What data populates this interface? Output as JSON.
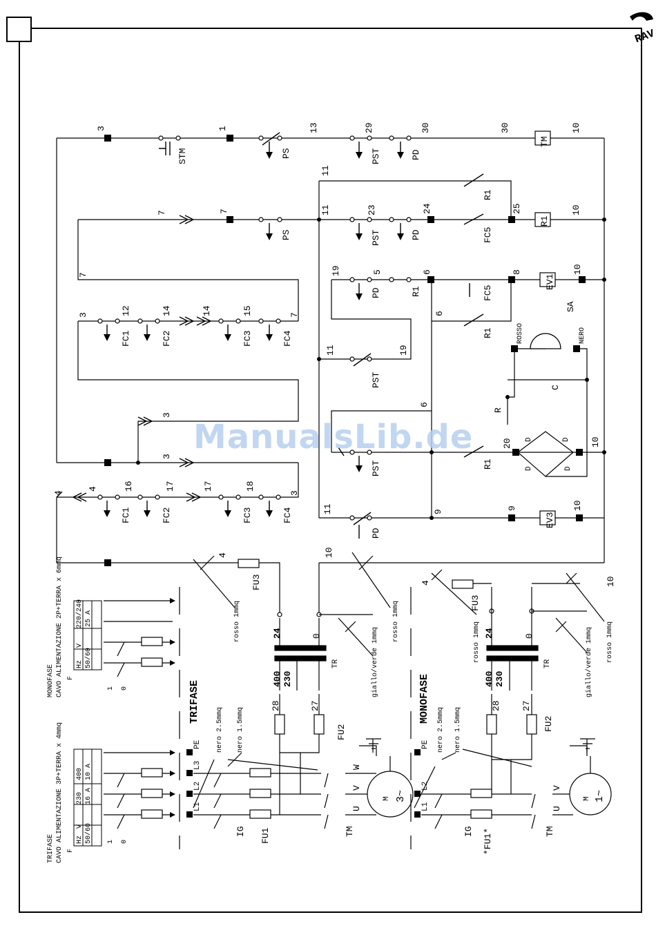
{
  "page": {
    "brand_mark": "RAV",
    "watermark": "ManualsLib.de"
  },
  "colors": {
    "ink": "#000000",
    "watermark": "#b7cfee"
  },
  "control_circuit": {
    "wire_numbers": [
      "3",
      "1",
      "13",
      "29",
      "30",
      "30",
      "10",
      "11",
      "7",
      "7",
      "11",
      "23",
      "24",
      "25",
      "10",
      "7",
      "19",
      "5",
      "6",
      "8",
      "10",
      "3",
      "12",
      "14",
      "14",
      "15",
      "7",
      "6",
      "11",
      "19",
      "3",
      "6",
      "3",
      "20",
      "10",
      "4",
      "4",
      "16",
      "17",
      "17",
      "18",
      "3",
      "11",
      "9",
      "9",
      "10",
      "4",
      "10"
    ],
    "components": [
      "STM",
      "PS",
      "PST",
      "PD",
      "TM",
      "R1",
      "PS",
      "PST",
      "PD",
      "FC5",
      "R1",
      "EV1",
      "PD",
      "R1",
      "FC5",
      "FC1",
      "FC2",
      "FC3",
      "FC4",
      "R1",
      "PST",
      "SA",
      "ROSSO",
      "NERO",
      "C",
      "R",
      "PST",
      "R1",
      "D",
      "D",
      "D",
      "D",
      "FC1",
      "FC2",
      "FC3",
      "FC4",
      "PD",
      "EV3"
    ]
  },
  "power_section": {
    "fuse_labels": [
      "FU3",
      "FU2",
      "FU1",
      "FU3",
      "FU2",
      "*FU1*"
    ],
    "transformer": {
      "label": "TR",
      "taps_primary": [
        "400",
        "230"
      ],
      "taps_secondary": [
        "24",
        "0"
      ]
    },
    "wire_notes": [
      "rosso 1mmq",
      "rosso 1mmq",
      "giallo/verde 1mmq",
      "nero 2.5mmq",
      "nero 1.5mmq",
      "rosso 1mmq",
      "rosso 1mmq",
      "giallo/verde 1mmq",
      "nero 2.5mmq",
      "nero 1.5mmq"
    ],
    "wire_numbers": [
      "4",
      "10",
      "24",
      "0",
      "28",
      "27",
      "4",
      "10",
      "24",
      "0",
      "28",
      "27"
    ],
    "trifase": {
      "title": "TRIFASE",
      "lines": [
        "L1",
        "L2",
        "L3",
        "PE"
      ],
      "switch": "IG",
      "contactor": "TM",
      "motor": [
        "M",
        "3~"
      ],
      "phases": [
        "U",
        "V",
        "W"
      ]
    },
    "monofase": {
      "title": "MONOFASE",
      "lines": [
        "L1",
        "L2",
        "PE"
      ],
      "switch": "IG",
      "contactor": "TM",
      "motor": [
        "M",
        "1~"
      ],
      "phases": [
        "U",
        "V"
      ]
    }
  },
  "supply_tables": {
    "trifase": {
      "caption1": "TRIFASE",
      "caption2": "CAVO ALIMENTAZIONE 3P+TERRA x 4mmq",
      "rows": [
        [
          "Hz",
          "V",
          "230",
          "400"
        ],
        [
          "50/60",
          "16 A",
          "10 A"
        ]
      ],
      "labels": [
        "F",
        "1",
        "0"
      ]
    },
    "monofase": {
      "caption1": "MONOFASE",
      "caption2": "CAVO ALIMENTAZIONE 2P+TERRA x 6mmq",
      "rows": [
        [
          "Hz",
          "V",
          "220/240"
        ],
        [
          "50/60",
          "25 A"
        ]
      ],
      "labels": [
        "F",
        "1",
        "0"
      ]
    }
  }
}
